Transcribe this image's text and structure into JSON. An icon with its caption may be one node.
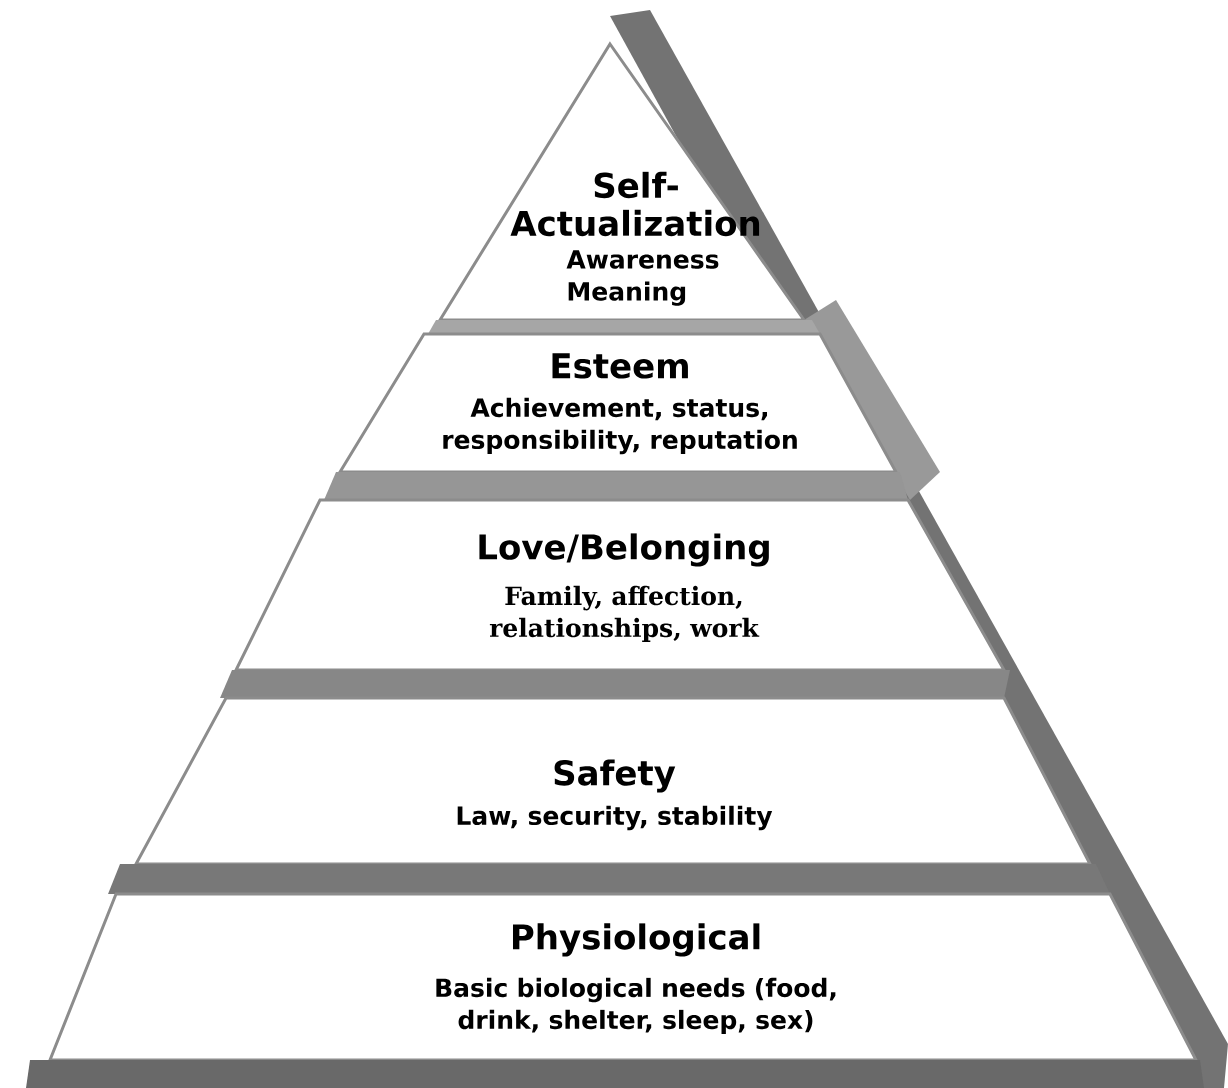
{
  "diagram": {
    "nodes": [
      {
        "text": [
          "Self-Actualization",
          "Awareness Meaning"
        ]
      },
      {
        "text": [
          "Esteem",
          "Achievement, status, responsibility, reputation"
        ]
      },
      {
        "text": [
          "Love/Belonging",
          "Family, affection, relationships, work"
        ]
      },
      {
        "text": [
          "Safety",
          "Law, security, stability"
        ]
      },
      {
        "text": [
          "Physiological",
          "Basic biological needs (food, drink, shelter, sleep, sex)"
        ]
      }
    ]
  }
}
